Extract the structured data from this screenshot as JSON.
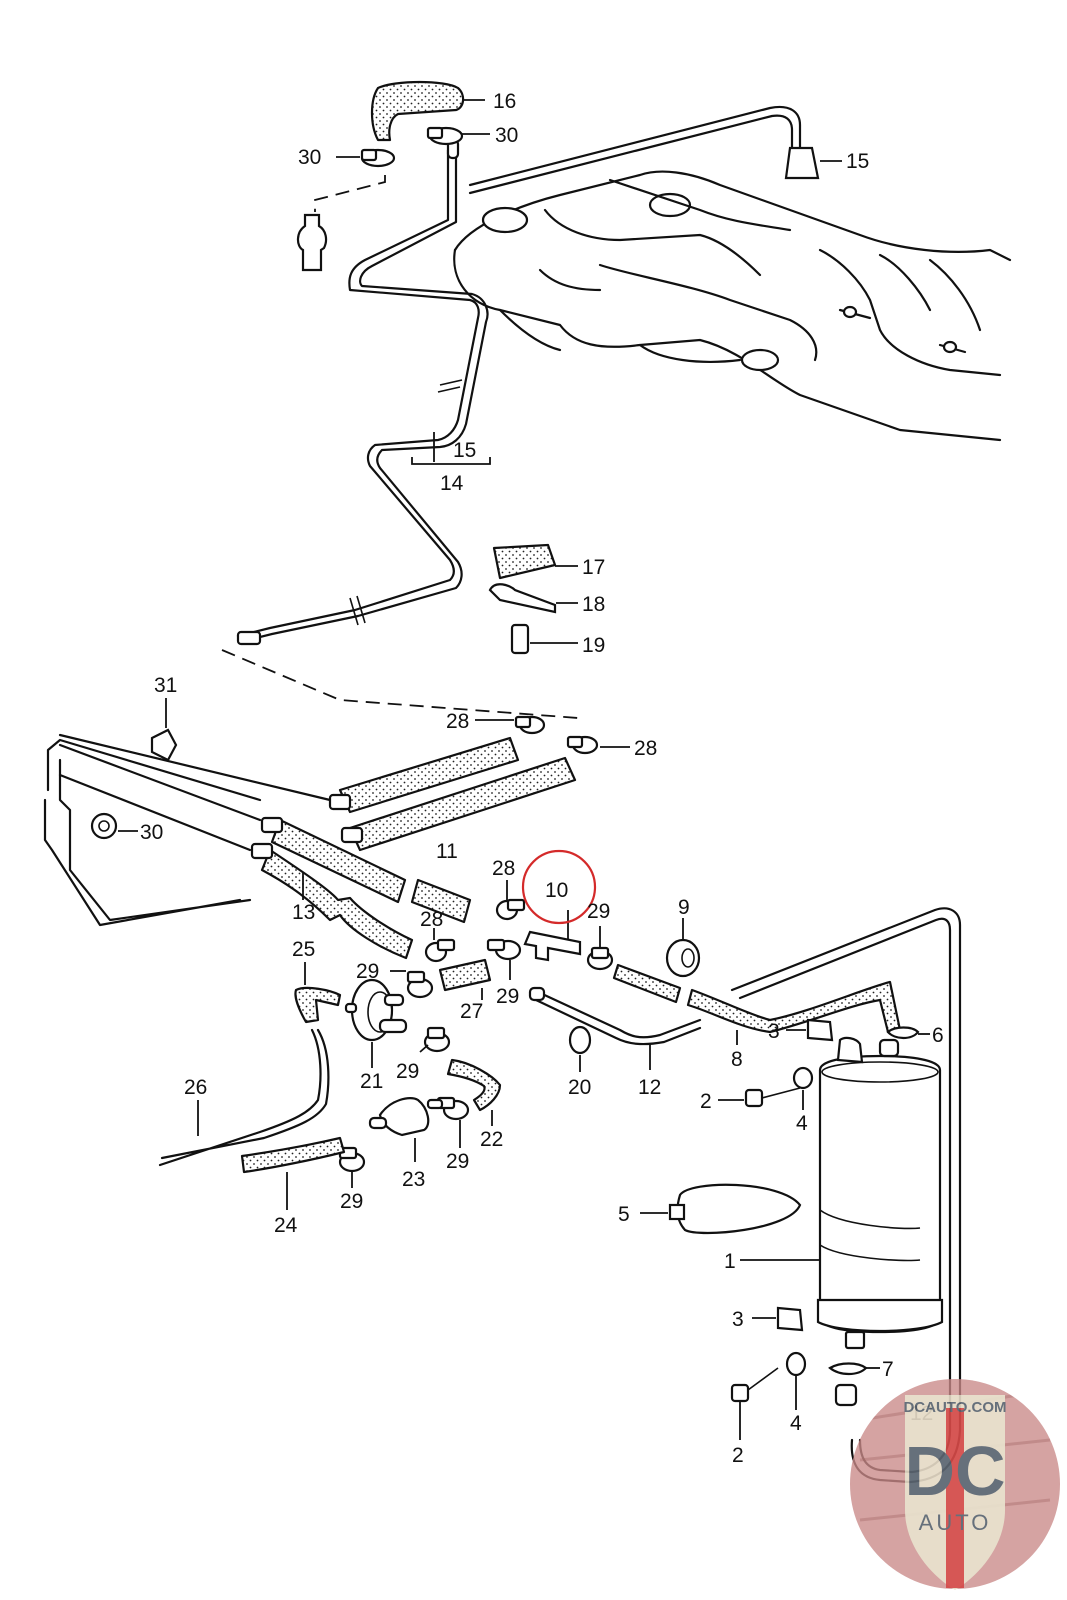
{
  "diagram": {
    "type": "exploded parts diagram",
    "subject": "Fuel evaporative emission system (hoses, lines, valves, charcoal canister)",
    "highlight": {
      "part": "10",
      "color": "#d42a2a"
    },
    "callouts": [
      {
        "id": "c16",
        "label": "16"
      },
      {
        "id": "c30a",
        "label": "30"
      },
      {
        "id": "c30b",
        "label": "30"
      },
      {
        "id": "c15a",
        "label": "15"
      },
      {
        "id": "c15b",
        "label": "15"
      },
      {
        "id": "c14",
        "label": "14"
      },
      {
        "id": "c17",
        "label": "17"
      },
      {
        "id": "c18",
        "label": "18"
      },
      {
        "id": "c19",
        "label": "19"
      },
      {
        "id": "c31",
        "label": "31"
      },
      {
        "id": "c28a",
        "label": "28"
      },
      {
        "id": "c28b",
        "label": "28"
      },
      {
        "id": "c30c",
        "label": "30"
      },
      {
        "id": "c11",
        "label": "11"
      },
      {
        "id": "c13",
        "label": "13"
      },
      {
        "id": "c28c",
        "label": "28"
      },
      {
        "id": "c10",
        "label": "10"
      },
      {
        "id": "c29a",
        "label": "29"
      },
      {
        "id": "c9",
        "label": "9"
      },
      {
        "id": "c28d",
        "label": "28"
      },
      {
        "id": "c25",
        "label": "25"
      },
      {
        "id": "c29b",
        "label": "29"
      },
      {
        "id": "c27",
        "label": "27"
      },
      {
        "id": "c29c",
        "label": "29"
      },
      {
        "id": "c8",
        "label": "8"
      },
      {
        "id": "c3a",
        "label": "3"
      },
      {
        "id": "c6",
        "label": "6"
      },
      {
        "id": "c21",
        "label": "21"
      },
      {
        "id": "c29d",
        "label": "29"
      },
      {
        "id": "c20",
        "label": "20"
      },
      {
        "id": "c12a",
        "label": "12"
      },
      {
        "id": "c2a",
        "label": "2"
      },
      {
        "id": "c4a",
        "label": "4"
      },
      {
        "id": "c26",
        "label": "26"
      },
      {
        "id": "c22",
        "label": "22"
      },
      {
        "id": "c29e",
        "label": "29"
      },
      {
        "id": "c23",
        "label": "23"
      },
      {
        "id": "c29f",
        "label": "29"
      },
      {
        "id": "c24",
        "label": "24"
      },
      {
        "id": "c5",
        "label": "5"
      },
      {
        "id": "c1",
        "label": "1"
      },
      {
        "id": "c3b",
        "label": "3"
      },
      {
        "id": "c7",
        "label": "7"
      },
      {
        "id": "c4b",
        "label": "4"
      },
      {
        "id": "c2b",
        "label": "2"
      },
      {
        "id": "c12b",
        "label": "12"
      }
    ]
  },
  "watermark": {
    "top_text": "DCAUTO.COM",
    "monogram": "DC",
    "bottom_text": "AUTO",
    "colors": {
      "badge": "#e8e2cc",
      "letters": "#5a6470",
      "accent": "#d23a3a",
      "backdrop": "#c98a88"
    }
  }
}
